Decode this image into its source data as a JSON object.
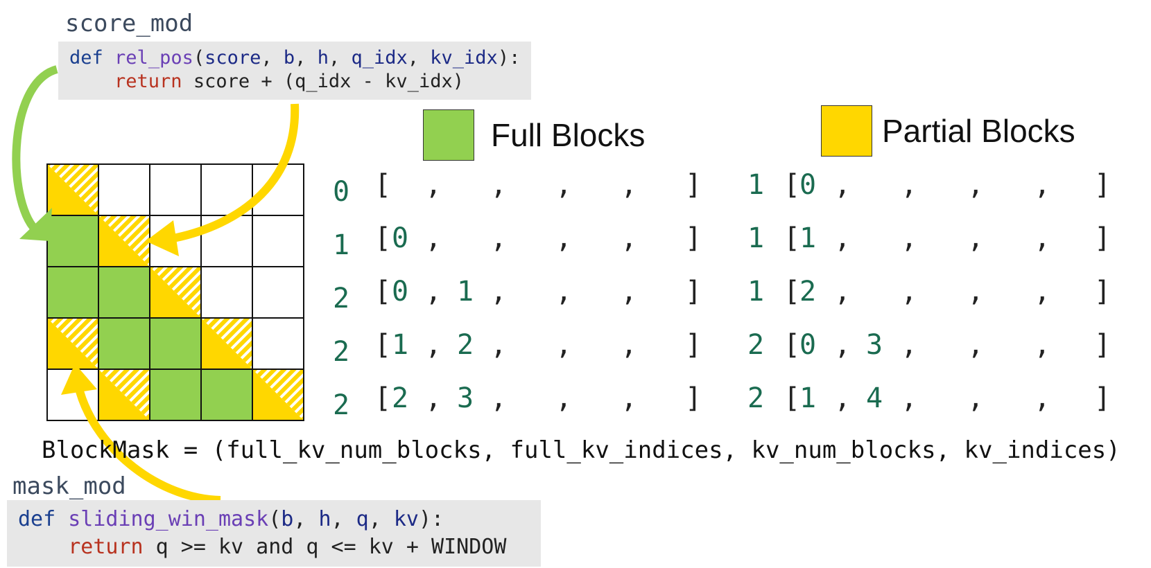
{
  "score_mod": {
    "label": "score_mod",
    "code": {
      "line1": {
        "def": "def",
        "fn": "rel_pos",
        "open": "(",
        "a1": "score",
        "s1": ", ",
        "a2": "b",
        "s2": ", ",
        "a3": "h",
        "s3": ", ",
        "a4": "q_idx",
        "s4": ", ",
        "a5": "kv_idx",
        "close": "):"
      },
      "line2": {
        "indent": "    ",
        "ret": "return",
        "rest": " score + (q_idx - kv_idx)"
      }
    }
  },
  "mask_mod": {
    "label": "mask_mod",
    "code": {
      "line1": {
        "def": "def",
        "fn": "sliding_win_mask",
        "open": "(",
        "a1": "b",
        "s1": ", ",
        "a2": "h",
        "s2": ", ",
        "a3": "q",
        "s3": ", ",
        "a4": "kv",
        "close": "):"
      },
      "line2": {
        "indent": "    ",
        "ret": "return",
        "rest": " q >= kv and q <= kv + WINDOW"
      }
    }
  },
  "legend": {
    "full": {
      "label": "Full Blocks",
      "color": "#92d050"
    },
    "partial": {
      "label": "Partial Blocks",
      "color": "#ffd700"
    }
  },
  "grid": {
    "size": 5,
    "cells": [
      [
        "partial",
        "empty",
        "empty",
        "empty",
        "empty"
      ],
      [
        "full",
        "partial",
        "empty",
        "empty",
        "empty"
      ],
      [
        "full",
        "full",
        "partial",
        "empty",
        "empty"
      ],
      [
        "partial",
        "full",
        "full",
        "partial",
        "empty"
      ],
      [
        "empty",
        "partial",
        "full",
        "full",
        "partial"
      ]
    ]
  },
  "full_table": {
    "rows": [
      {
        "count": "0",
        "indices": [
          "",
          "",
          "",
          "",
          ""
        ]
      },
      {
        "count": "1",
        "indices": [
          "0",
          "",
          "",
          "",
          ""
        ]
      },
      {
        "count": "2",
        "indices": [
          "0",
          "1",
          "",
          "",
          ""
        ]
      },
      {
        "count": "2",
        "indices": [
          "1",
          "2",
          "",
          "",
          ""
        ]
      },
      {
        "count": "2",
        "indices": [
          "2",
          "3",
          "",
          "",
          ""
        ]
      }
    ]
  },
  "partial_table": {
    "rows": [
      {
        "count": "1",
        "indices": [
          "0",
          "",
          "",
          "",
          ""
        ]
      },
      {
        "count": "1",
        "indices": [
          "1",
          "",
          "",
          "",
          ""
        ]
      },
      {
        "count": "1",
        "indices": [
          "2",
          "",
          "",
          "",
          ""
        ]
      },
      {
        "count": "2",
        "indices": [
          "0",
          "3",
          "",
          "",
          ""
        ]
      },
      {
        "count": "2",
        "indices": [
          "1",
          "4",
          "",
          "",
          ""
        ]
      }
    ]
  },
  "blockmask_text": "BlockMask = (full_kv_num_blocks, full_kv_indices, kv_num_blocks, kv_indices)",
  "colors": {
    "green_arrow": "#92d050",
    "yellow_arrow": "#ffd700",
    "number_teal": "#1a6b50"
  }
}
